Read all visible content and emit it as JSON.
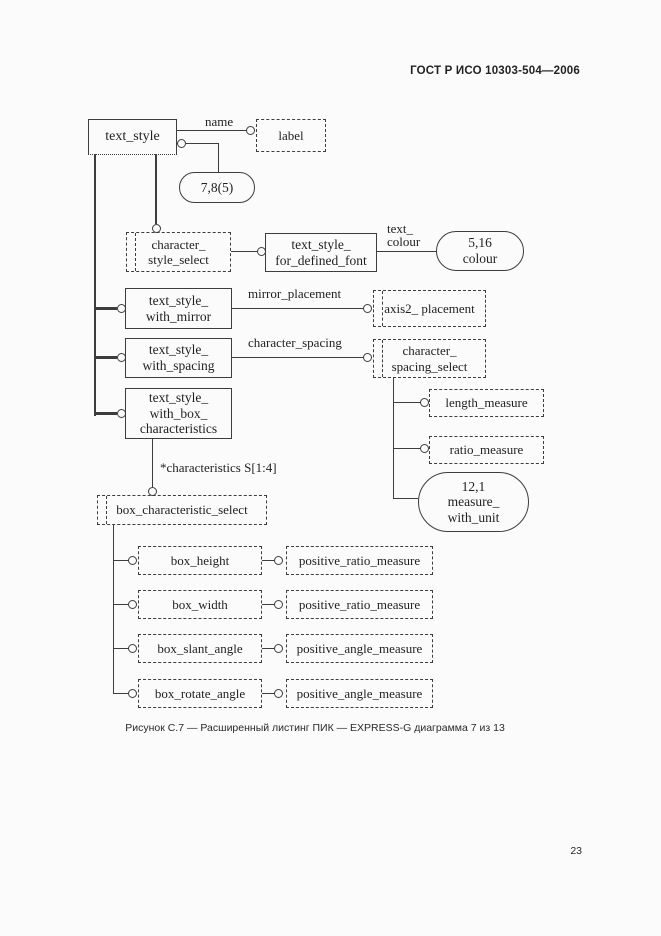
{
  "page": {
    "header": "ГОСТ Р ИСО 10303-504—2006",
    "caption": "Рисунок С.7 — Расширенный листинг ПИК — EXPRESS-G диаграмма 7 из 13",
    "page_number": "23"
  },
  "colors": {
    "ink": "#1f1f1f",
    "line": "#3d3d3d",
    "background": "#fbfbfb"
  },
  "diagram": {
    "entities": {
      "text_style": "text_style",
      "text_style_for_defined_font": "text_style_\nfor_defined_font",
      "text_style_with_mirror": "text_style_\nwith_mirror",
      "text_style_with_spacing": "text_style_\nwith_spacing",
      "text_style_with_box_characteristics": "text_style_\nwith_box_\ncharacteristics"
    },
    "types": {
      "label": "label",
      "character_style_select": "character_\nstyle_select",
      "axis2_placement": "axis2_ placement",
      "character_spacing_select": "character_\nspacing_select",
      "length_measure": "length_measure",
      "ratio_measure": "ratio_measure",
      "box_characteristic_select": "box_characteristic_select",
      "box_height": "box_height",
      "box_width": "box_width",
      "box_slant_angle": "box_slant_angle",
      "box_rotate_angle": "box_rotate_angle",
      "positive_ratio_measure": "positive_ratio_measure",
      "positive_angle_measure": "positive_angle_measure"
    },
    "page_refs": {
      "ref_7_8_5": "7,8(5)",
      "colour": "5,16\ncolour",
      "measure_with_unit": "12,1\nmeasure_\nwith_unit"
    },
    "edge_labels": {
      "name": "name",
      "text_colour": "text_\ncolour",
      "mirror_placement": "mirror_placement",
      "character_spacing": "character_spacing",
      "characteristics": "*characteristics S[1:4]"
    }
  }
}
